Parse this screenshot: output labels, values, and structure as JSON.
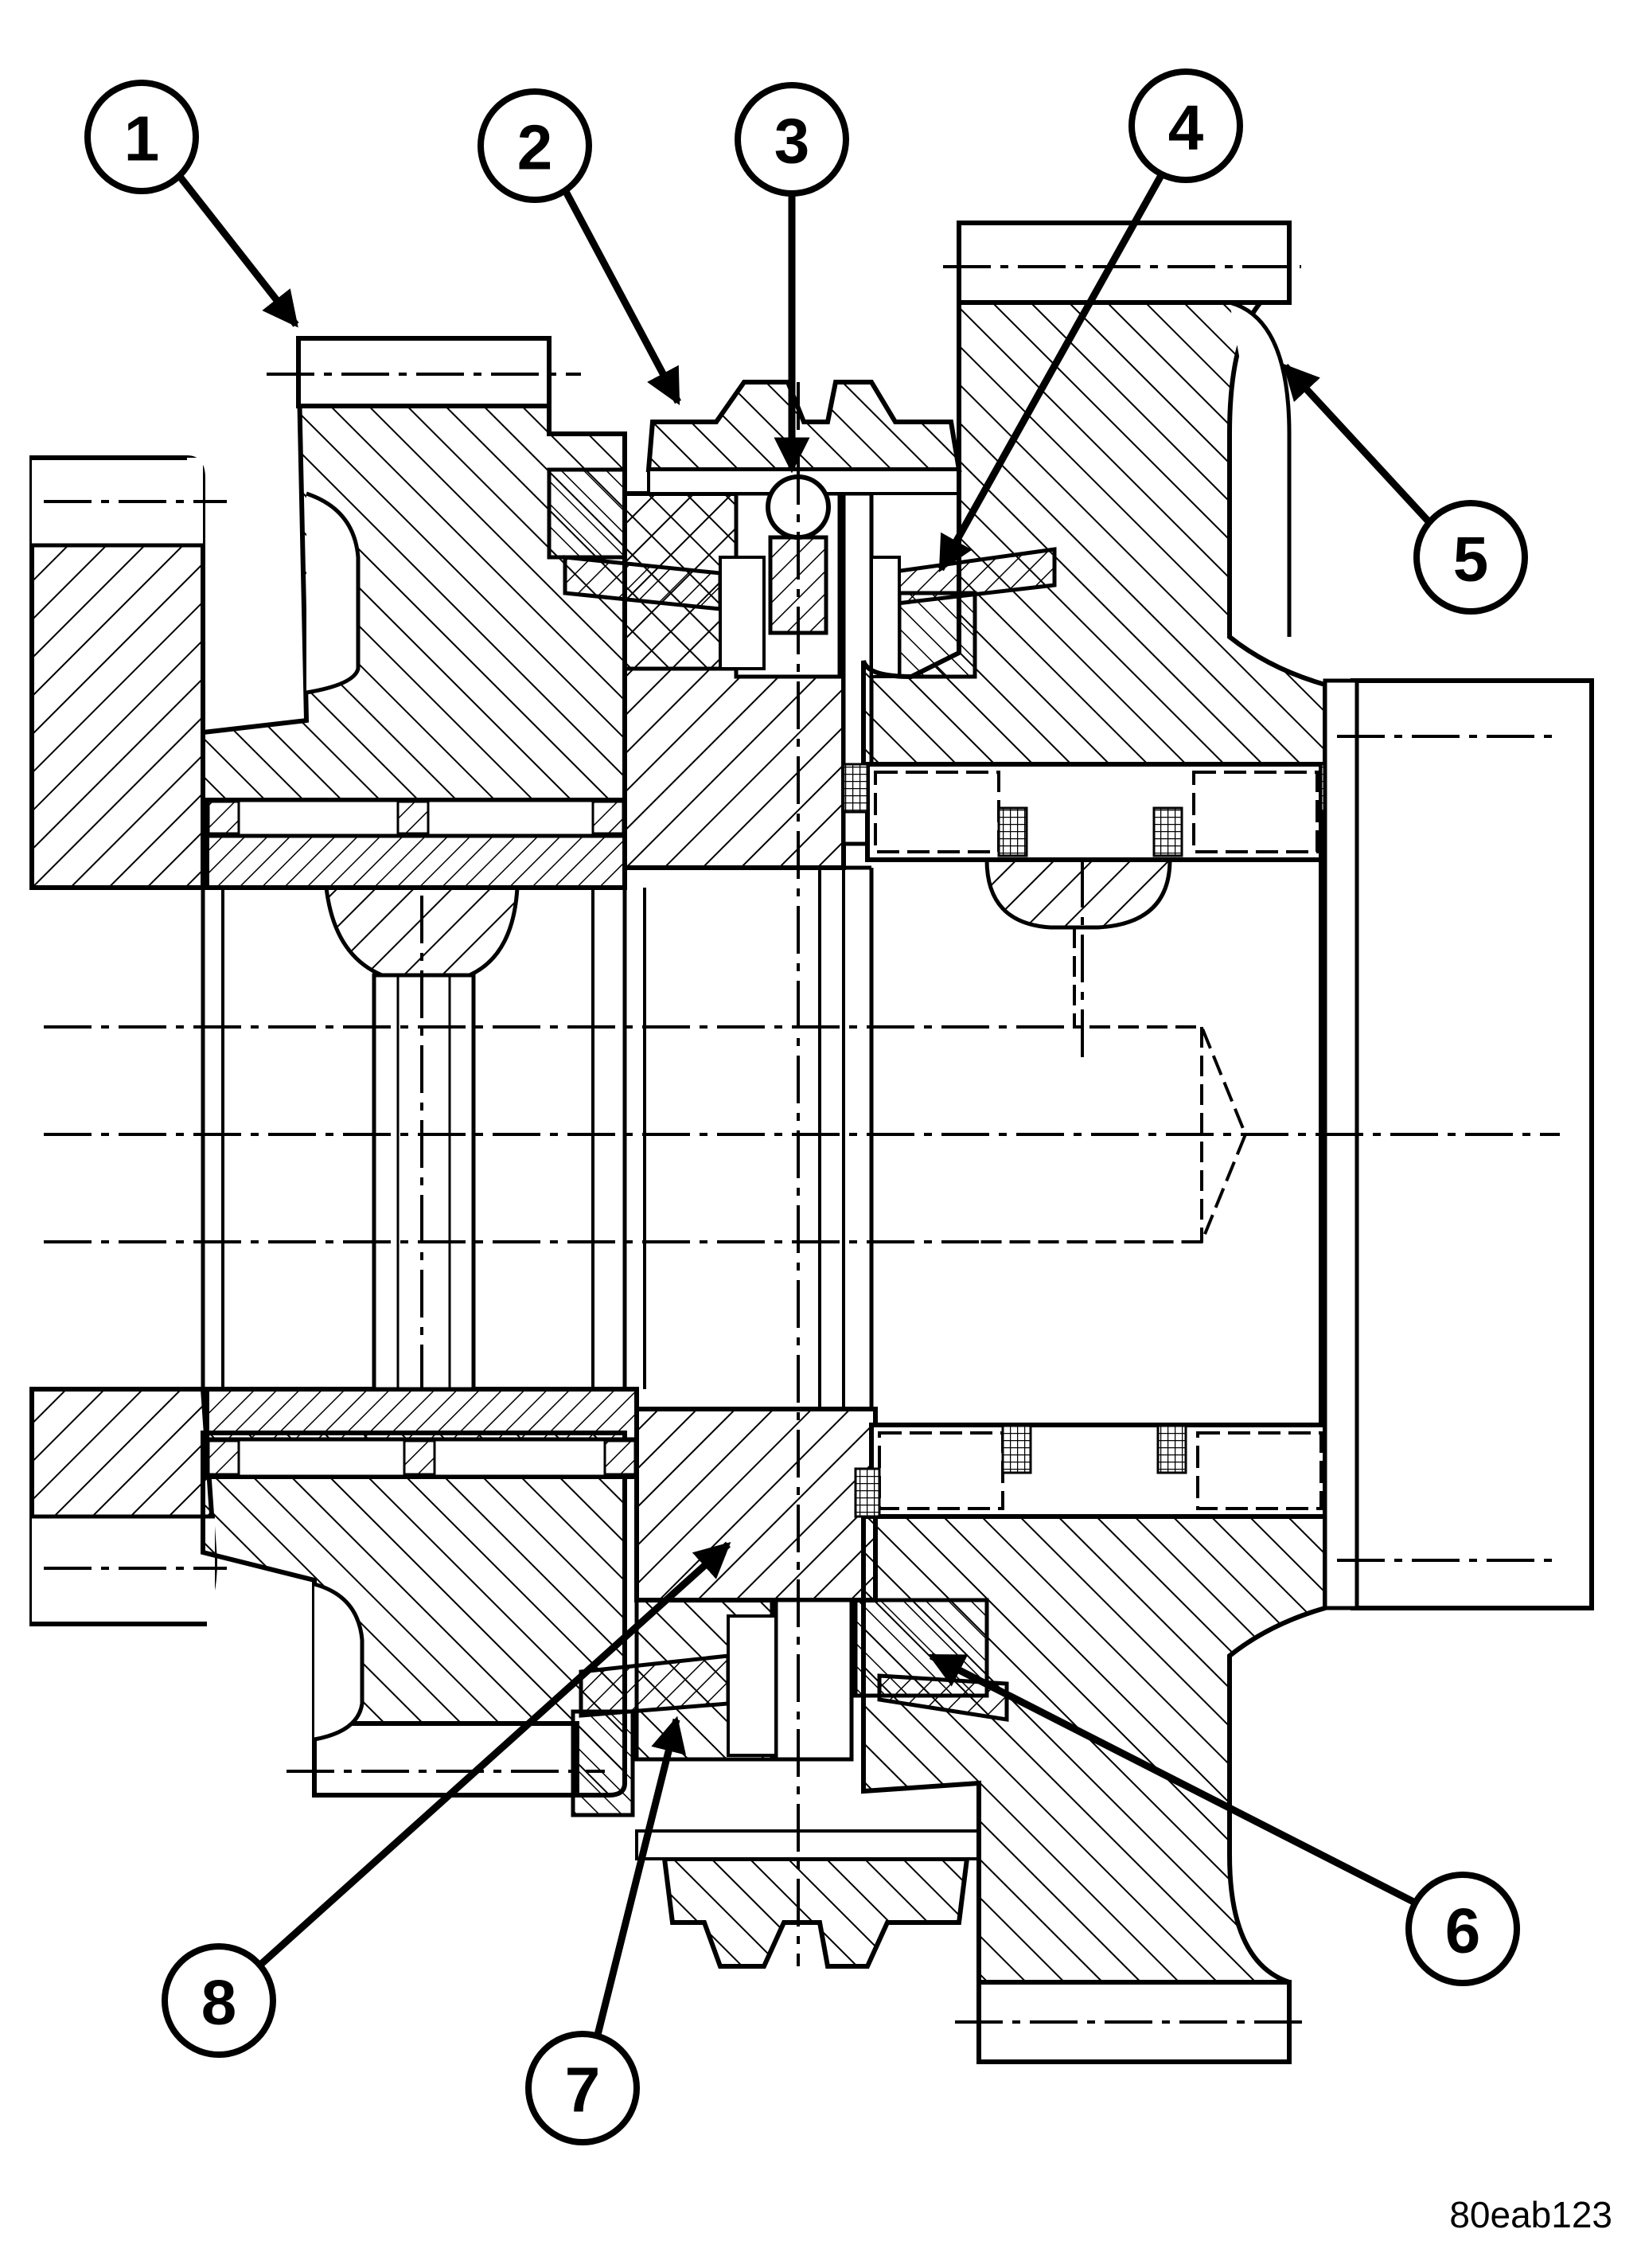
{
  "figure": {
    "callouts": [
      "1",
      "2",
      "3",
      "4",
      "5",
      "6",
      "7",
      "8"
    ],
    "figure_code": "80eab123"
  },
  "colors": {
    "ink": "#000000",
    "paper": "#ffffff"
  }
}
